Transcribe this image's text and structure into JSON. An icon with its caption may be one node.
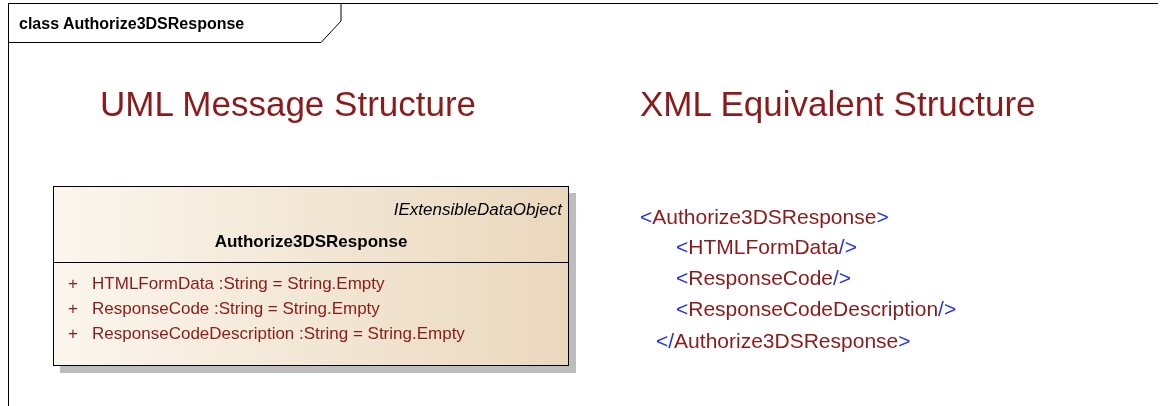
{
  "diagram": {
    "nodes": [
      {
        "text": [
          "class Authorize3DSResponse"
        ]
      },
      {
        "text": [
          "IExtensibleDataObject",
          "Authorize3DSResponse",
          "+ HTMLFormData :String = String.Empty",
          "+ ResponseCode :String = String.Empty",
          "+ ResponseCodeDescription :String = String.Empty"
        ],
        "in": 0
      }
    ],
    "edges": [],
    "labels": [
      "UML Message Structure",
      "XML Equivalent Structure",
      "<Authorize3DSResponse>",
      "<HTMLFormData/>",
      "<ResponseCode/>",
      "<ResponseCodeDescription/>",
      "</Authorize3DSResponse>"
    ]
  }
}
